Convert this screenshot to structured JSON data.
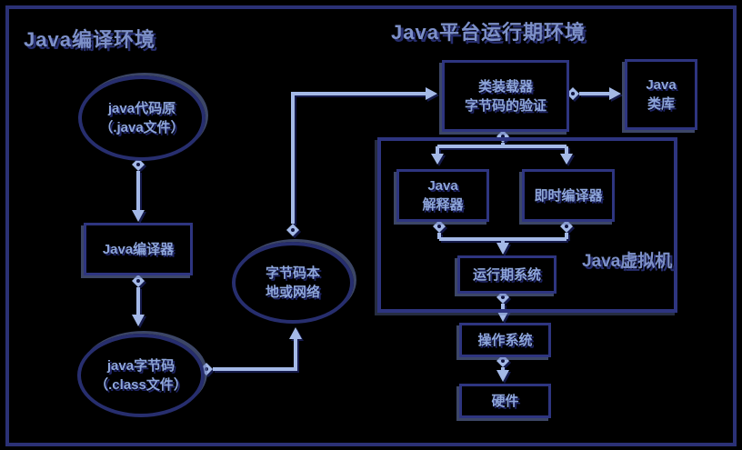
{
  "diagram": {
    "titles": {
      "compile_env": "Java编译环境",
      "runtime_env": "Java平台运行期环境"
    },
    "nodes": {
      "java_source": {
        "line1": "java代码原",
        "line2": "（.java文件）"
      },
      "java_compiler": {
        "label": "Java编译器"
      },
      "java_bytecode": {
        "line1": "java字节码",
        "line2": "（.class文件）"
      },
      "bytecode_network": {
        "line1": "字节码本",
        "line2": "地或网络"
      },
      "class_loader": {
        "line1": "类装载器",
        "line2": "字节码的验证"
      },
      "class_library": {
        "line1": "Java",
        "line2": "类库"
      },
      "interpreter": {
        "line1": "Java",
        "line2": "解释器"
      },
      "jit_compiler": {
        "label": "即时编译器"
      },
      "runtime_system": {
        "label": "运行期系统"
      },
      "jvm": {
        "label": "Java虚拟机"
      },
      "operating_system": {
        "label": "操作系统"
      },
      "hardware": {
        "label": "硬件"
      }
    },
    "colors": {
      "background": "#000000",
      "border_navy": "#2b3176",
      "line_light_blue": "#a4b9e7",
      "text_light_blue": "#8ea6da",
      "shadow_navy": "#1f2566"
    }
  }
}
